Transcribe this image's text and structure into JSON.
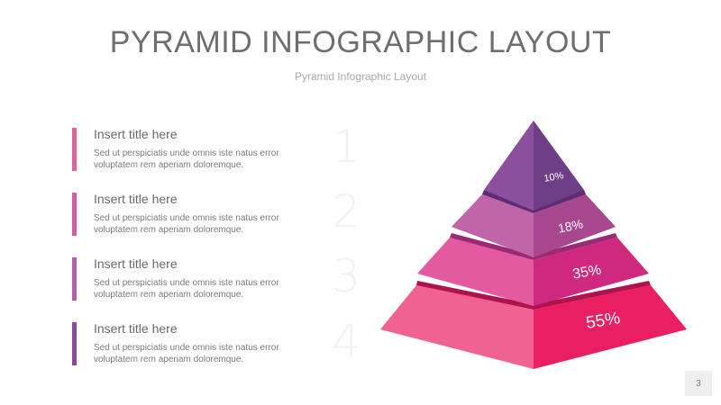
{
  "slide": {
    "title": "PYRAMID INFOGRAPHIC LAYOUT",
    "subtitle": "Pyramid Infographic Layout",
    "page_number": "3"
  },
  "list": [
    {
      "number": "1",
      "title": "Insert title here",
      "body": "Sed ut perspiciatis unde omnis iste natus error voluptatem rem aperiam doloremque.",
      "color": "#e0609a"
    },
    {
      "number": "2",
      "title": "Insert title here",
      "body": "Sed ut perspiciatis unde omnis iste natus error voluptatem rem aperiam doloremque.",
      "color": "#d85aa0"
    },
    {
      "number": "3",
      "title": "Insert title here",
      "body": "Sed ut perspiciatis unde omnis iste natus error voluptatem rem aperiam doloremque.",
      "color": "#b45ea8"
    },
    {
      "number": "4",
      "title": "Insert title here",
      "body": "Sed ut perspiciatis unde omnis iste natus error voluptatem rem aperiam doloremque.",
      "color": "#8a4a98"
    }
  ],
  "pyramid": {
    "levels": [
      {
        "label": "10%",
        "left_color": "#8c4f9e",
        "right_color": "#6e3f86"
      },
      {
        "label": "18%",
        "left_color": "#c065a8",
        "right_color": "#a8468e"
      },
      {
        "label": "35%",
        "left_color": "#e45aa0",
        "right_color": "#d0287e"
      },
      {
        "label": "55%",
        "left_color": "#f06292",
        "right_color": "#e91e63"
      }
    ]
  }
}
